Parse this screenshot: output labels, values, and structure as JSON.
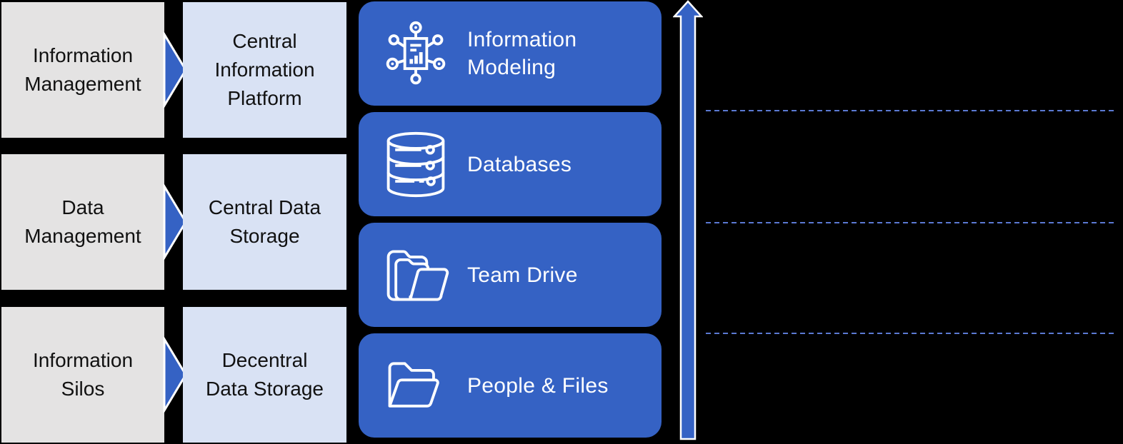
{
  "colors": {
    "background": "#000000",
    "stage_box": "#e4e3e3",
    "solution_box": "#d9e2f4",
    "primary_blue": "#3562c4",
    "dashed_line": "#5b79d2",
    "dark_text": "#111111",
    "light_text": "#ffffff"
  },
  "stages": [
    {
      "label": "Information\nManagement"
    },
    {
      "label": "Data\nManagement"
    },
    {
      "label": "Information\nSilos"
    }
  ],
  "solutions": [
    {
      "label": "Central\nInformation\nPlatform"
    },
    {
      "label": "Central Data\nStorage"
    },
    {
      "label": "Decentral\nData Storage"
    }
  ],
  "platform_tools": [
    {
      "label": "Information\nModeling",
      "icon": "information-modeling-icon"
    },
    {
      "label": "Databases",
      "icon": "databases-icon"
    },
    {
      "label": "Team Drive",
      "icon": "team-drive-icon"
    },
    {
      "label": "People & Files",
      "icon": "people-files-icon"
    }
  ],
  "maturity_axis": {
    "icon": "up-arrow",
    "separator_count": 3
  }
}
